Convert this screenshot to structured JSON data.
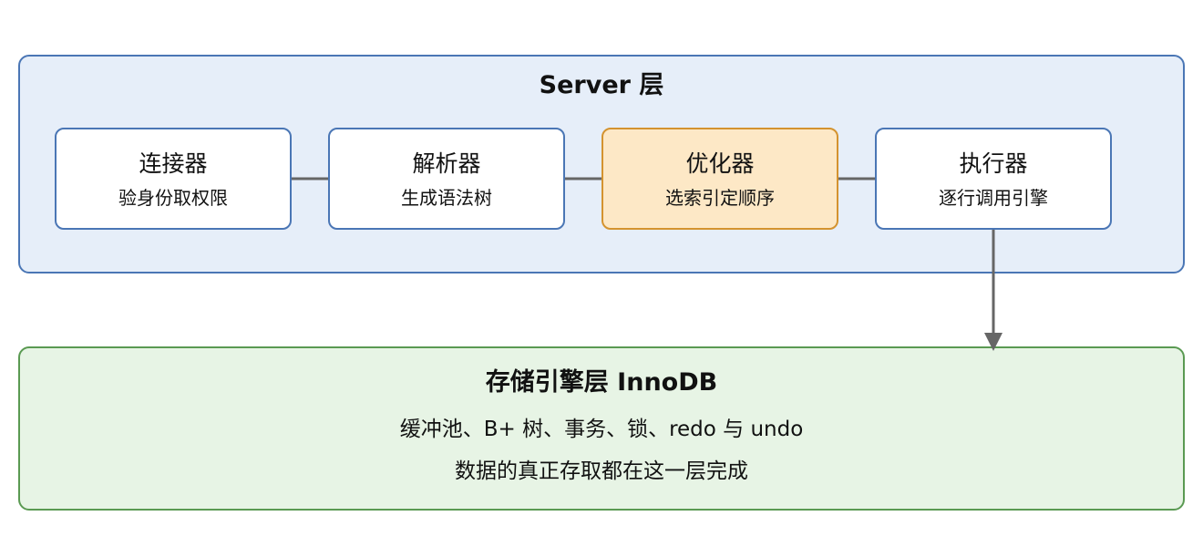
{
  "server_layer": {
    "title": "Server 层",
    "stages": [
      {
        "name": "连接器",
        "desc": "验身份取权限",
        "highlight": false
      },
      {
        "name": "解析器",
        "desc": "生成语法树",
        "highlight": false
      },
      {
        "name": "优化器",
        "desc": "选索引定顺序",
        "highlight": true
      },
      {
        "name": "执行器",
        "desc": "逐行调用引擎",
        "highlight": false
      }
    ]
  },
  "storage_layer": {
    "title": "存储引擎层 InnoDB",
    "line1": "缓冲池、B+ 树、事务、锁、redo 与 undo",
    "line2": "数据的真正存取都在这一层完成"
  },
  "colors": {
    "server_fill": "#e6eef9",
    "server_border": "#4a76b5",
    "storage_fill": "#e7f4e5",
    "storage_border": "#5a9a52",
    "highlight_fill": "#fde8c6",
    "highlight_border": "#d4932f",
    "connector": "#666666"
  }
}
